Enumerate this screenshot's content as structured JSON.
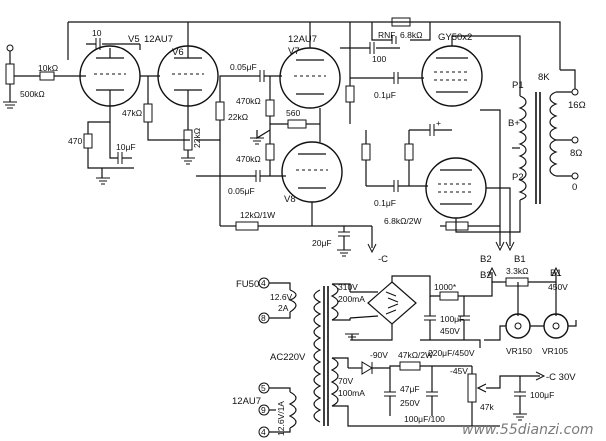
{
  "tubes": {
    "v5": "V5",
    "v5_type": "12AU7",
    "v6": "V6",
    "v7": "V7",
    "v7_type": "12AU7",
    "v8": "V8",
    "output_type": "GY50x2"
  },
  "amp_labels": {
    "c10": "10",
    "r10k": "10kΩ",
    "pot500k": "500kΩ",
    "r470": "470",
    "r47k": "47kΩ",
    "c10uf": "10μF",
    "r22k_v6": "22kΩ",
    "c005_top": "0.05μF",
    "r470k_a": "470kΩ",
    "r22k": "22kΩ",
    "r560": "560",
    "r470k_b": "470kΩ",
    "c005_bot": "0.05μF",
    "r12k": "12kΩ/1W",
    "c20uf": "20μF",
    "minus_c": "-C",
    "rnf": "RNF",
    "r68k": "6.8kΩ",
    "c100": "100",
    "c01_top": "0.1μF",
    "c01_bot": "0.1μF",
    "r68k2w": "6.8kΩ/2W",
    "plus_mark": "+",
    "b2": "B2",
    "b1": "B1"
  },
  "transformer": {
    "p1": "P1",
    "p2": "P2",
    "bplus": "B+",
    "eight_k": "8K",
    "tap16": "16Ω",
    "tap8": "8Ω",
    "tap0": "0"
  },
  "psu": {
    "fu50": "FU50",
    "n4a": "4",
    "n8": "8",
    "v126_2a": "12.6V",
    "a2": "2A",
    "ac220": "AC220V",
    "au7": "12AU7",
    "n5": "5",
    "n9": "9",
    "n4b": "4",
    "v126_1a": "12.6V/1A",
    "v310": "310V",
    "ma200": "200mA",
    "c1000": "1000*",
    "c100uf": "100μF",
    "v450": "450V",
    "c220": "220μF/450V",
    "b2": "B2",
    "r33k": "3.3kΩ",
    "b1": "B1",
    "b1v": "450V",
    "vr150": "VR150",
    "vr105": "VR105",
    "m90": "-90V",
    "r47k2w": "47kΩ/2W",
    "m45": "-45V",
    "v70": "70V",
    "ma100": "100mA",
    "c47uf": "47μF",
    "v250": "250V",
    "c100uf2": "100μF/100",
    "pot47k": "47k",
    "c30": "-C  30V",
    "c100uf3": "100μF"
  },
  "watermark": "www.55dianzi.com"
}
